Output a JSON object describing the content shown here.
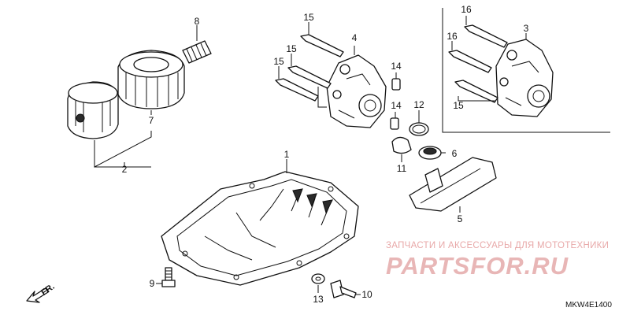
{
  "diagram": {
    "callouts": [
      {
        "id": "c8",
        "text": "8"
      },
      {
        "id": "c7",
        "text": "7"
      },
      {
        "id": "c2",
        "text": "2"
      },
      {
        "id": "c1",
        "text": "1"
      },
      {
        "id": "c9",
        "text": "9"
      },
      {
        "id": "c13",
        "text": "13"
      },
      {
        "id": "c10",
        "text": "10"
      },
      {
        "id": "c15a",
        "text": "15"
      },
      {
        "id": "c15b",
        "text": "15"
      },
      {
        "id": "c15c",
        "text": "15"
      },
      {
        "id": "c4",
        "text": "4"
      },
      {
        "id": "c14a",
        "text": "14"
      },
      {
        "id": "c14b",
        "text": "14"
      },
      {
        "id": "c12",
        "text": "12"
      },
      {
        "id": "c11",
        "text": "11"
      },
      {
        "id": "c6",
        "text": "6"
      },
      {
        "id": "c5",
        "text": "5"
      },
      {
        "id": "c16a",
        "text": "16"
      },
      {
        "id": "c16b",
        "text": "16"
      },
      {
        "id": "c3",
        "text": "3"
      },
      {
        "id": "c15d",
        "text": "15"
      }
    ],
    "front_label": "FR.",
    "drawing_code": "MKW4E1400"
  },
  "watermark": {
    "tagline": "ЗАПЧАСТИ И АКСЕССУАРЫ ДЛЯ МОТОТЕХНИКИ",
    "brand": "PARTSFOR.RU"
  },
  "colors": {
    "watermark": "#e8b0b0",
    "line": "#111111"
  }
}
